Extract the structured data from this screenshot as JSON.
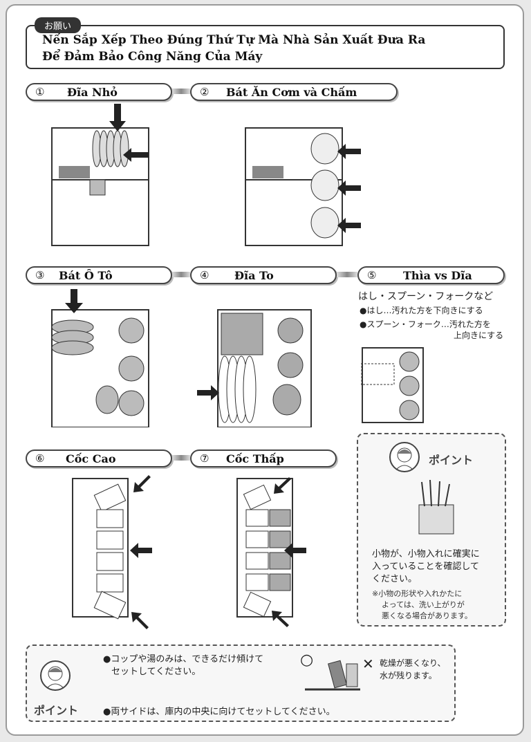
{
  "header": {
    "tag": "お願い",
    "line1": "Nến Sắp Xếp Theo Đúng Thứ Tự Mà Nhà Sản Xuất Đưa Ra",
    "line2": "Để Đảm Bảo Công Năng Của Máy"
  },
  "steps": [
    {
      "num": "①",
      "label": "Đĩa Nhỏ"
    },
    {
      "num": "②",
      "label": "Bát Ăn Cơm và Chấm"
    },
    {
      "num": "③",
      "label": "Bát Ô Tô"
    },
    {
      "num": "④",
      "label": "Đĩa To"
    },
    {
      "num": "⑤",
      "label": "Thìa vs Dĩa"
    },
    {
      "num": "⑥",
      "label": "Cốc Cao"
    },
    {
      "num": "⑦",
      "label": "Cốc Thấp"
    }
  ],
  "cutlery": {
    "title": "はし・スプーン・フォークなど",
    "bullet1": "●はし…汚れた方を下向きにする",
    "bullet2a": "●スプーン・フォーク…汚れた方を",
    "bullet2b": "上向きにする"
  },
  "point_right": {
    "label": "ポイント",
    "text1": "小物が、小物入れに確実に",
    "text2": "入っていることを確認して",
    "text3": "ください。",
    "note1": "※小物の形状や入れかたに",
    "note2": "よっては、洗い上がりが",
    "note3": "悪くなる場合があります。"
  },
  "point_bottom": {
    "label": "ポイント",
    "bullet1a": "●コップや湯のみは、できるだけ傾けて",
    "bullet1b": "セットしてください。",
    "ok_mark": "○",
    "ng_mark": "✕",
    "ng_text1": "乾燥が悪くなり、",
    "ng_text2": "水が残ります。",
    "bullet2": "●両サイドは、庫内の中央に向けてセットしてください。"
  }
}
